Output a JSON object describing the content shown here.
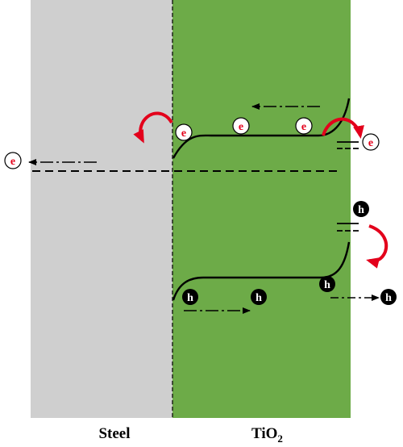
{
  "labels": {
    "steel": "Steel",
    "tio2_main": "TiO",
    "tio2_sub": "2"
  },
  "carriers": {
    "electron": "e",
    "hole": "h"
  },
  "colors": {
    "steel_fill": "#cfcfcf",
    "tio2_fill": "#6dab48",
    "arrow_red": "#e3001b",
    "line": "#000000"
  }
}
